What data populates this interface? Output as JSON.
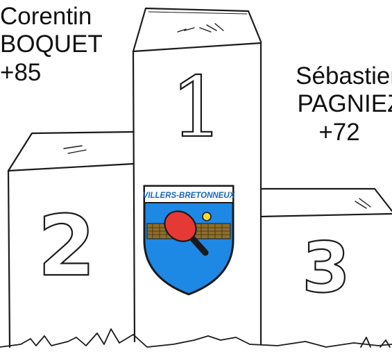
{
  "podium": {
    "first": {
      "place": "1",
      "first_name": "Corentin",
      "last_name": "BOQUET",
      "score": "+85"
    },
    "second": {
      "place": "2"
    },
    "third": {
      "place": "3",
      "first_name": "Sébastien",
      "last_name": "PAGNIEZ",
      "score": "+72"
    }
  },
  "club": {
    "name": "VILLERS-BRETONNEUX",
    "icon": "ping-pong-paddle-icon",
    "colors": {
      "shield_top": "#ffffff",
      "shield_body": "#1e88e5",
      "paddle": "#e53935",
      "ball": "#fdd835",
      "net": "#8d6e2c",
      "outline": "#1a1a1a"
    }
  }
}
